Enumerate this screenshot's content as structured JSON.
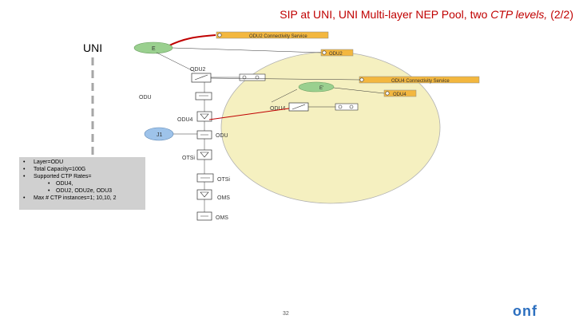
{
  "title": {
    "main": "SIP at UNI, UNI Multi-layer NEP Pool, two ",
    "italic": "CTP levels,",
    "suffix": " (2/2)"
  },
  "uni_label": "UNI",
  "page_number": "32",
  "logo_text": "onf",
  "colors": {
    "title": "#c00000",
    "pool_fill": "#f5f0c0",
    "service_line": "#c00000",
    "endpoint_green": "#9ad08f",
    "box_orange": "#f3b73f",
    "sip_blue": "#9ec3ea",
    "info_box": "#d0d0d0",
    "logo": "#2c6fbf"
  },
  "diagram": {
    "odu2_service": "ODU2 Connectivity Service",
    "odu4_service": "ODU4 Connectivity Service",
    "e_label": "E",
    "e2_label": "E'",
    "odu2_box_label": "ODU2",
    "odu4_box_label": "ODU4",
    "odu2_layer": "ODU2",
    "odu_left": "ODU",
    "odu4_mid": "ODU4",
    "odu4_left": "ODU4",
    "sip_label": "J1",
    "odu_nep": "ODU",
    "otsi_left": "OTSi",
    "otsi_nep": "OTSi",
    "oms_1": "OMS",
    "oms_2": "OMS"
  },
  "info_box": {
    "items": [
      "Layer=ODU",
      "Total Capacity=100G",
      "Supported CTP Rates="
    ],
    "sub_items": [
      "ODU4,",
      "ODU2, ODU2e, ODU3"
    ],
    "last_item": "Max # CTP instances=1; 10,10, 2"
  }
}
